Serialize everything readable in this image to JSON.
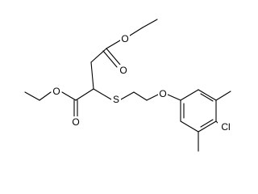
{
  "structure": {
    "atom_labels": {
      "o_ester_top_carbonyl": "O",
      "o_ester_top_ether": "O",
      "o_ester_left_ether": "O",
      "o_ester_left_carbonyl": "O",
      "s_thioether": "S",
      "o_aryl_ether": "O",
      "cl_substituent": "Cl"
    },
    "colors": {
      "bond": "#000000",
      "label": "#000000",
      "background": "#ffffff"
    }
  }
}
